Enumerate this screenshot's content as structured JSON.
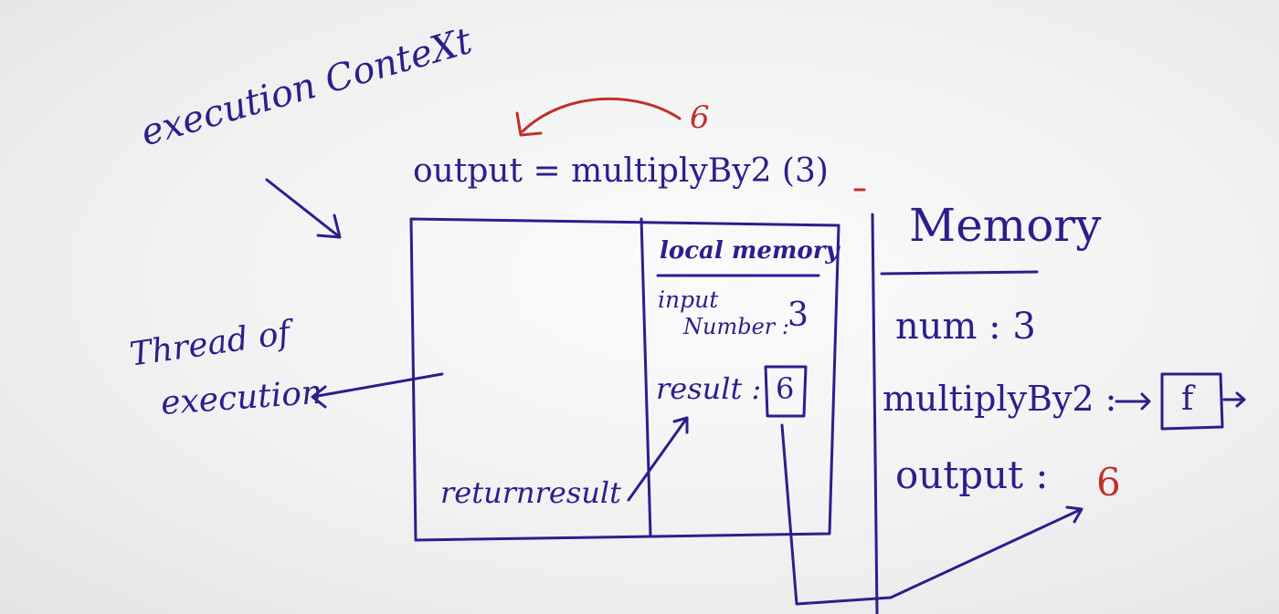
{
  "labels": {
    "execution_context": "execution ConteXt",
    "output_call": "output = multiplyBy2 (3)",
    "returned_value": "6",
    "thread_of": "Thread of",
    "execution": "execution",
    "local_memory_title": "local memory",
    "input": "input",
    "number_colon": "Number :",
    "input_value": "3",
    "result_label": "result :",
    "result_value": "6",
    "return_result": "returnresult",
    "memory_title": "Memory",
    "num_label": "num : 3",
    "multiply_label": "multiplyBy2 :",
    "function_box": "f",
    "output_label": "output :",
    "output_value": "6"
  },
  "colors": {
    "ink": "#2a1f8c",
    "red_ink": "#c0302c",
    "paper": "#f4f4f5"
  }
}
